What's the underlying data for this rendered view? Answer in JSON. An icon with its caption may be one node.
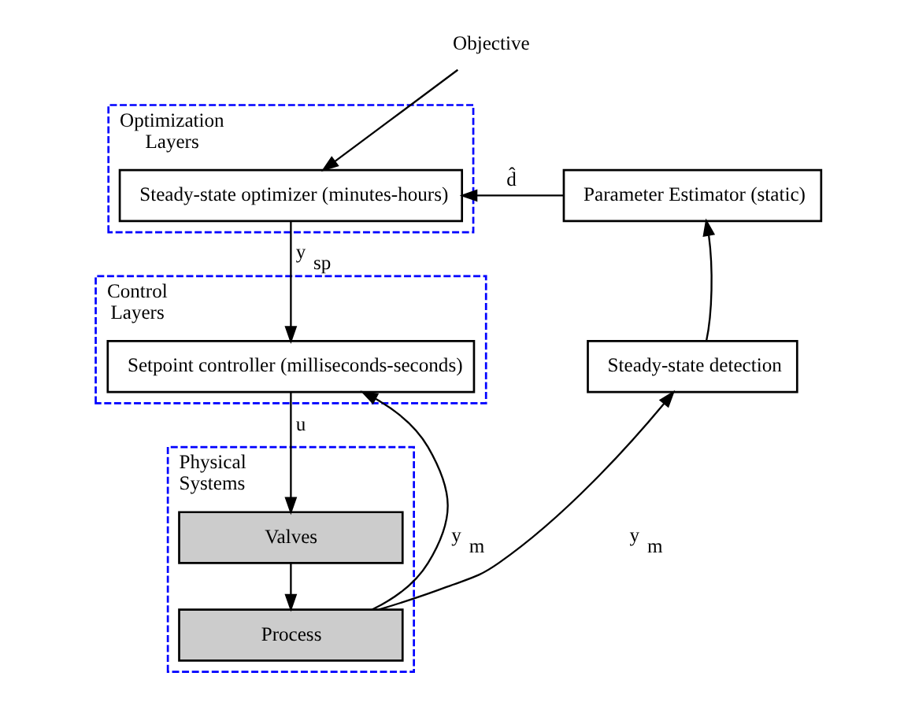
{
  "diagram": {
    "nodes": [
      {
        "text": [
          "Objective"
        ]
      },
      {
        "text": [
          "Optimization Layers"
        ]
      },
      {
        "text": [
          "Steady-state optimizer (minutes-hours)"
        ],
        "in": 1
      },
      {
        "text": [
          "Control Layers"
        ]
      },
      {
        "text": [
          "Setpoint controller (milliseconds-seconds)"
        ],
        "in": 3
      },
      {
        "text": [
          "Physical Systems"
        ]
      },
      {
        "text": [
          "Valves"
        ],
        "in": 5
      },
      {
        "text": [
          "Process"
        ],
        "in": 5
      },
      {
        "text": [
          "Parameter Estimator (static)"
        ]
      },
      {
        "text": [
          "Steady-state detection"
        ]
      }
    ],
    "edges": [
      {
        "from": 0,
        "to": 2,
        "arrow": "to"
      },
      {
        "from": 8,
        "to": 2,
        "arrow": "to",
        "label": "d̂"
      },
      {
        "from": 2,
        "to": 4,
        "arrow": "to",
        "label": "y$_{sp}$"
      },
      {
        "from": 4,
        "to": 6,
        "arrow": "to",
        "label": "u"
      },
      {
        "from": 6,
        "to": 7,
        "arrow": "to"
      },
      {
        "from": 7,
        "to": 4,
        "arrow": "to",
        "label": "y$_{m}$"
      },
      {
        "from": 7,
        "to": 9,
        "arrow": "to",
        "label": "y$_{m}$"
      },
      {
        "from": 9,
        "to": 8,
        "arrow": "to"
      }
    ]
  }
}
